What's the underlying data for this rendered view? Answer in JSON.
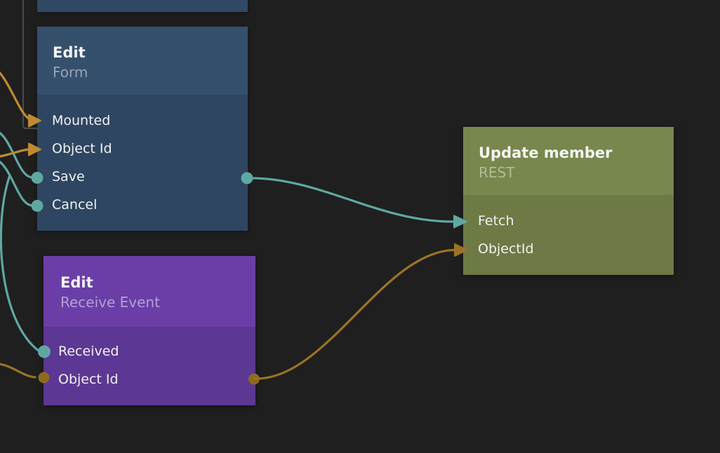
{
  "editor": {
    "type_label": "node-graph-canvas"
  },
  "colors": {
    "background": "#1F1F1F",
    "teal": "#5FA7A3",
    "amber": "#BE8B33",
    "mustard": "#9A7326",
    "mustard_dot": "#8E6A1E",
    "wire_gray": "#4A4A4A",
    "title_text": "#F4F4F4",
    "port_text": "#F1F1F1",
    "clipped_body": "#2F4964",
    "form_header": "#35506C",
    "form_body": "#2E4661",
    "form_subtitle": "#97A4B6",
    "receive_header": "#6B3EA7",
    "receive_body": "#5C3793",
    "receive_subtitle": "#B1A1D3",
    "update_header": "#78874D",
    "update_body": "#6D7A45",
    "update_subtitle": "#B3BB95"
  },
  "nodes": {
    "form": {
      "title": "Edit",
      "subtitle": "Form",
      "inputs": [
        "Mounted",
        "Object Id",
        "Save",
        "Cancel"
      ]
    },
    "receive": {
      "title": "Edit",
      "subtitle": "Receive Event",
      "inputs": [
        "Received",
        "Object Id"
      ]
    },
    "update": {
      "title": "Update member",
      "subtitle": "REST",
      "inputs": [
        "Fetch",
        "ObjectId"
      ]
    }
  },
  "connections": [
    {
      "from": "offscreen-top",
      "to": "Edit Form / Mounted",
      "color": "gray",
      "end": "line"
    },
    {
      "from": "offscreen-left",
      "to": "Edit Form / Mounted",
      "color": "amber",
      "end": "arrow"
    },
    {
      "from": "offscreen-left",
      "to": "Edit Form / Object Id",
      "color": "amber",
      "end": "arrow"
    },
    {
      "from": "offscreen-left",
      "to": "Edit Form / Save",
      "color": "teal",
      "end": "dot"
    },
    {
      "from": "offscreen-left",
      "to": "Edit Form / Cancel",
      "color": "teal",
      "end": "dot"
    },
    {
      "from": "offscreen-left",
      "to": "Edit Receive Event / Received",
      "color": "teal",
      "end": "dot"
    },
    {
      "from": "offscreen-left",
      "to": "Edit Receive Event / Object Id",
      "color": "mustard",
      "end": "dot"
    },
    {
      "from": "Edit Form / output",
      "to": "Update member / Fetch",
      "color": "teal",
      "end": "arrow"
    },
    {
      "from": "Edit Receive Event / output",
      "to": "Update member / ObjectId",
      "color": "mustard",
      "end": "arrow"
    }
  ]
}
